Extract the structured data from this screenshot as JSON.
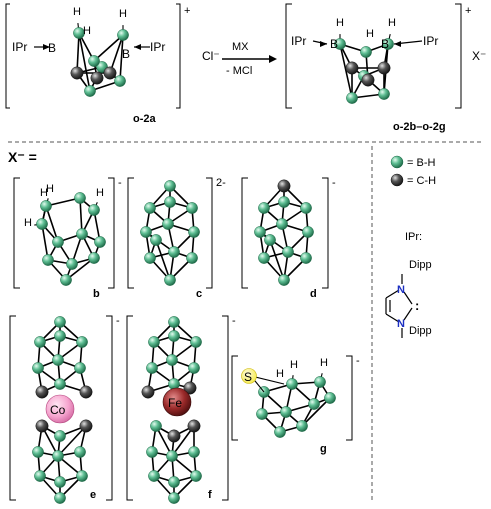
{
  "scheme": {
    "reactant_label": "o-2a",
    "product_label": "o-2b–o-2g",
    "ligand": "IPr",
    "counterion_reactant": "Cl⁻",
    "counterion_product": "X⁻",
    "charge_plus": "+",
    "arrow_top": "MX",
    "arrow_bottom": "- MCl",
    "h_symbol": "H",
    "b_symbol": "B"
  },
  "anions": {
    "heading": "X⁻ =",
    "charge_single": "-",
    "charge_double": "2-",
    "items": [
      {
        "label": "b"
      },
      {
        "label": "c"
      },
      {
        "label": "d"
      },
      {
        "label": "e",
        "metal": "Co"
      },
      {
        "label": "f",
        "metal": "Fe"
      },
      {
        "label": "g",
        "heteroatom": "S"
      }
    ]
  },
  "legend": {
    "items": [
      {
        "label": "= B-H",
        "color": "#5fbf94"
      },
      {
        "label": "= C-H",
        "color": "#555555"
      }
    ],
    "ligand_title": "IPr:",
    "dipp_label": "Dipp",
    "n_symbol": "N",
    "carbene_symbol": ":"
  },
  "colors": {
    "boron": "#5fbf94",
    "carbon": "#555555",
    "cobalt": "#f6a5cf",
    "iron": "#9b2a2a",
    "sulfur": "#f5ea44",
    "n_blue": "#1c2fc2"
  }
}
